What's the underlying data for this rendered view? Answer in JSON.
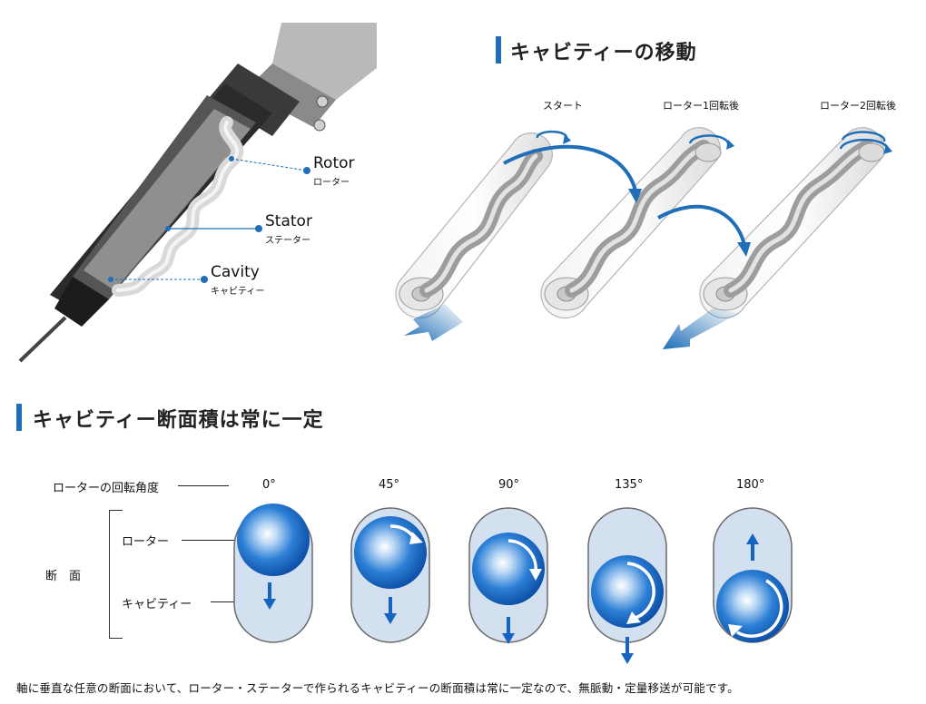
{
  "callouts": {
    "rotor_en": "Rotor",
    "rotor_jp": "ローター",
    "stator_en": "Stator",
    "stator_jp": "ステーター",
    "cavity_en": "Cavity",
    "cavity_jp": "キャビティー"
  },
  "section_movement": {
    "title": "キャビティーの移動",
    "stages": [
      "スタート",
      "ローター1回転後",
      "ローター2回転後"
    ]
  },
  "section_area": {
    "title": "キャビティー断面積は常に一定",
    "rotation_label": "ローターの回転角度",
    "angles": [
      "0°",
      "45°",
      "90°",
      "135°",
      "180°"
    ],
    "cross_section_label": "断　面",
    "rotor_label": "ローター",
    "cavity_label": "キャビティー"
  },
  "footnote": "軸に垂直な任意の断面において、ローター・ステーターで作られるキャビティーの断面積は常に一定なので、無脈動・定量移送が可能です。",
  "colors": {
    "accent": "#1f6fb8",
    "cavity_fill": "#d3e0f0",
    "rotor_dark": "#1565c0"
  }
}
